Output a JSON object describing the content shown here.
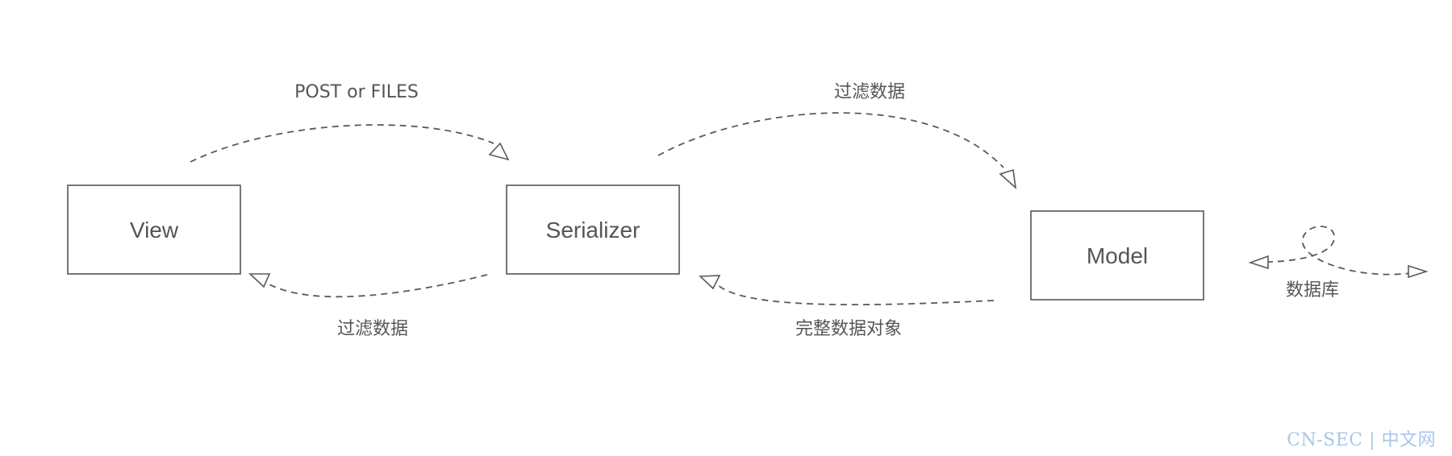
{
  "nodes": {
    "view": "View",
    "serializer": "Serializer",
    "model": "Model"
  },
  "edges": {
    "view_to_serializer": "POST or FILES",
    "serializer_to_model": "过滤数据",
    "serializer_to_view": "过滤数据",
    "model_to_serializer": "完整数据对象",
    "database": "数据库"
  },
  "watermark": "CN-SEC | 中文网"
}
